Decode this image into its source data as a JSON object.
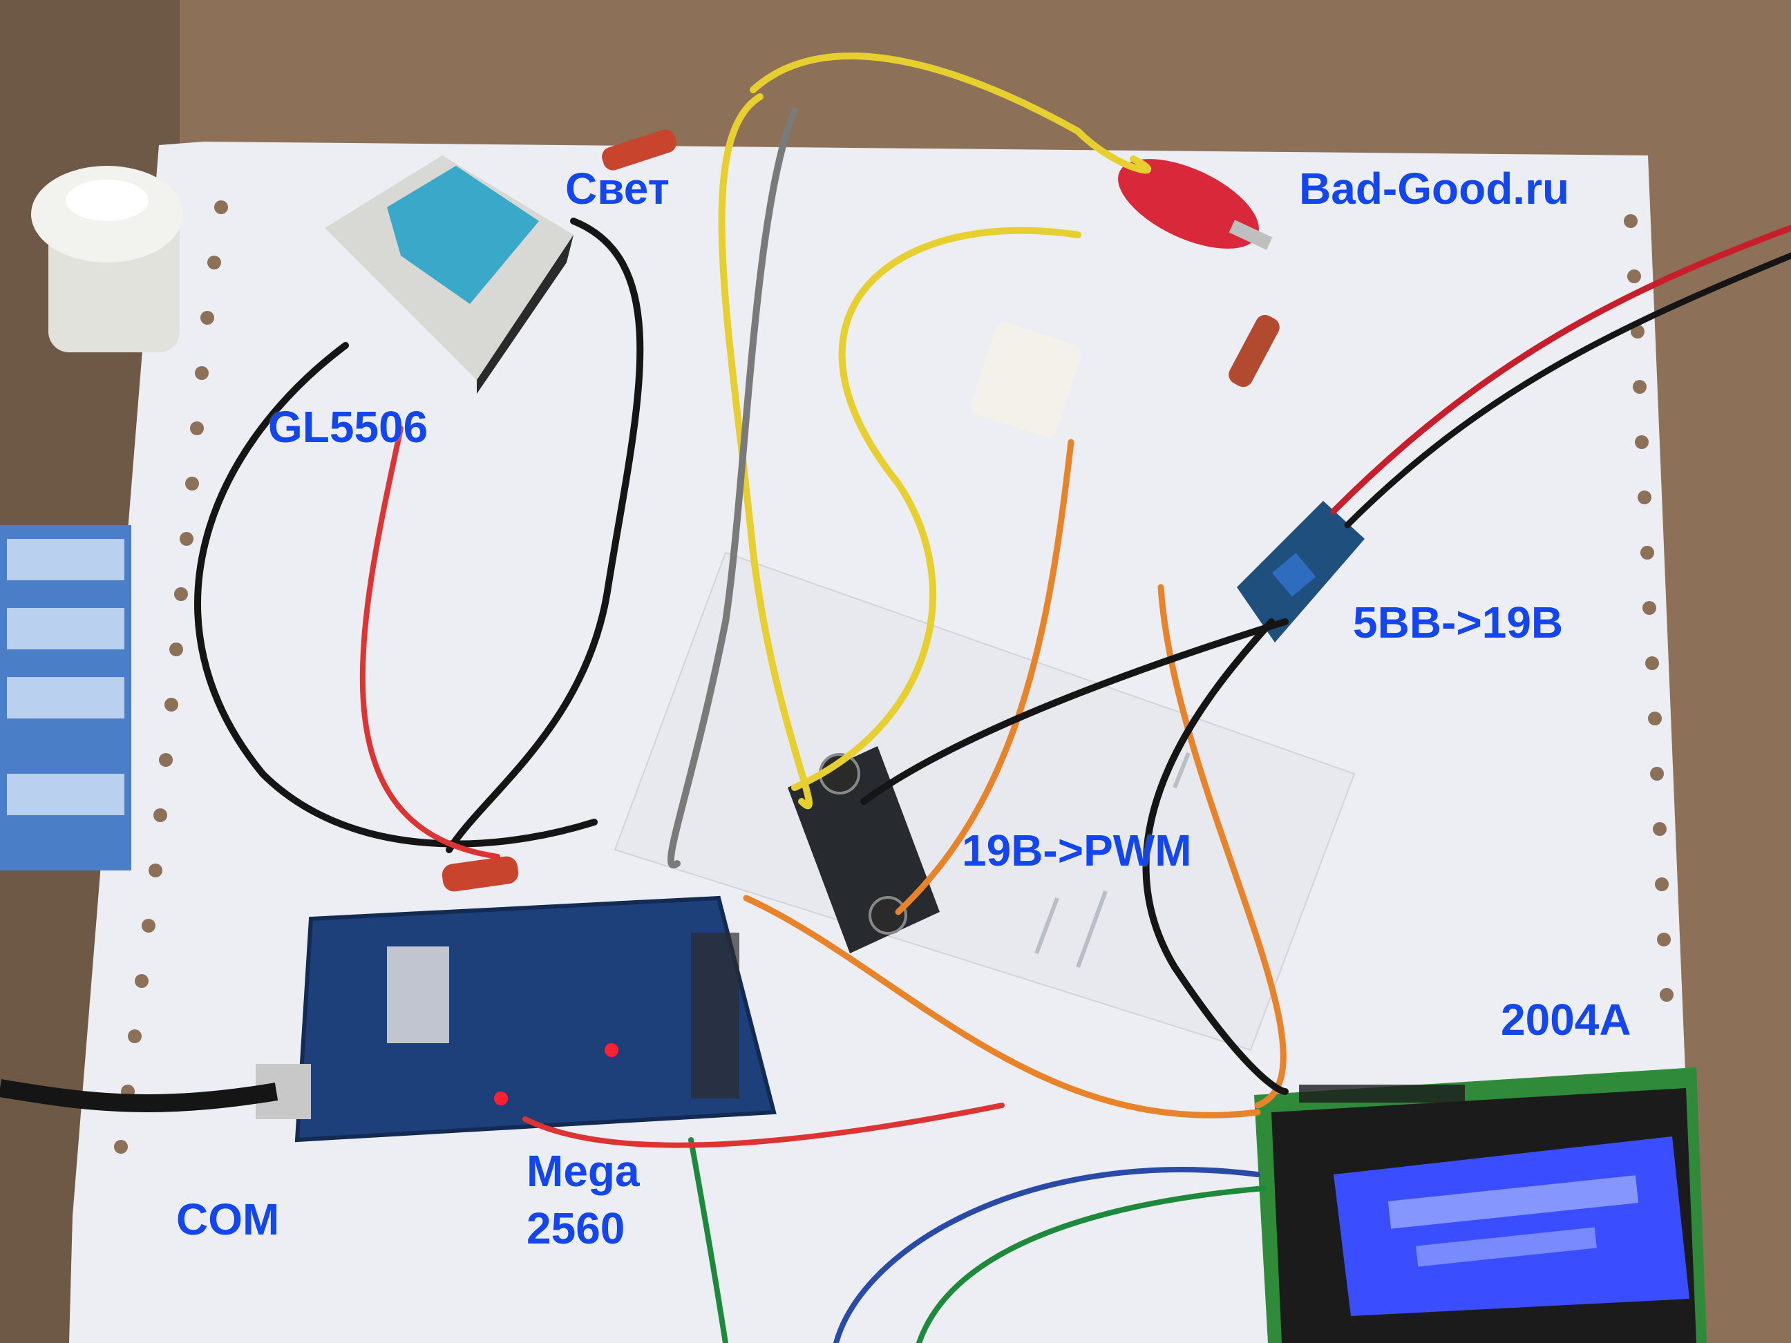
{
  "labels": {
    "light": "Свет",
    "site": "Bad-Good.ru",
    "sensor": "GL5506",
    "boost": "5ВВ->19В",
    "pwm": "19В->PWM",
    "display": "2004A",
    "com": "COM",
    "board_line1": "Mega",
    "board_line2": "2560"
  },
  "colors": {
    "label": "#1446f0",
    "paper": "#eef0f5",
    "wood": "#8a6e55",
    "board": "#1d3f7a",
    "lcd_screen": "#3a4dff",
    "pcb_green": "#2f8a3a"
  }
}
